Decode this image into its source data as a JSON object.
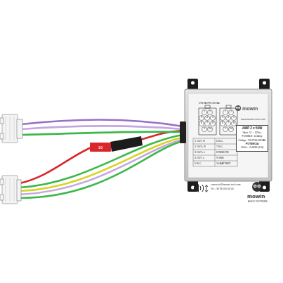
{
  "diagram": {
    "nodes": [
      {
        "text": [
          "VISTA FRONTAL"
        ]
      },
      {
        "text": [
          "AMP 2 x 50W",
          "Vbat: 11 ~ 32Vcc",
          "FUSIBLE: 10 Amp",
          "Código: 7207316-KEVAL",
          "POTENCIA",
          "20Vcc: 2x30W (4 Ω)"
        ],
        "in": 0
      },
      {
        "text": [
          "10"
        ]
      }
    ],
    "edges": [
      {
        "from": 2,
        "to": 0,
        "arrow": "none"
      }
    ],
    "labels": [
      "mowin",
      "www.mowin-tech.com",
      "1",
      "2",
      "3",
      "4",
      "5",
      "6",
      "7",
      "8",
      "9",
      "10",
      "1",
      "2",
      "3",
      "4",
      "5",
      "6",
      "7",
      "8",
      "9",
      "10",
      "1 OUT- R",
      "2 OUT+ R",
      "3 OUT+ L",
      "4 OUT- L",
      "5 N.C.",
      "6 N.C.",
      "7 N.C.",
      "8 REMOTE",
      "9 GND",
      "10 BATTERY",
      "comercial@mowin-tech.com",
      "Tel: +34 96 000 00 00",
      "mowin",
      "AUDIO SYSTEMS"
    ]
  }
}
